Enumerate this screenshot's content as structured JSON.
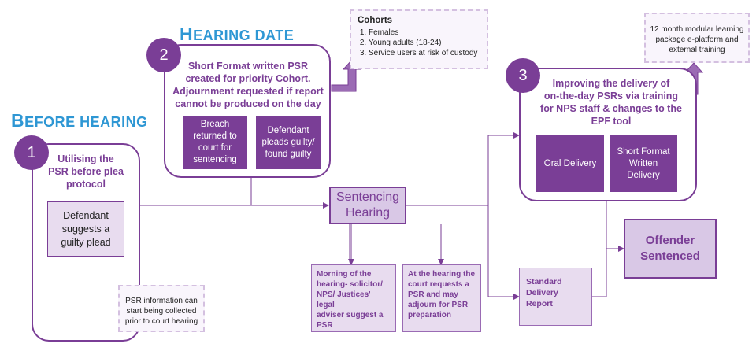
{
  "phases": {
    "before_hearing": {
      "first": "B",
      "rest": "EFORE HEARING"
    },
    "hearing_date": {
      "first": "H",
      "rest": "EARING DATE"
    }
  },
  "steps": {
    "step1": {
      "number": "1",
      "title": "Utilising the\nPSR before plea\nprotocol",
      "action": "Defendant\nsuggests a\nguilty plead"
    },
    "step2": {
      "number": "2",
      "title": "Short Format written PSR\ncreated for priority Cohort.\nAdjournment requested if report\ncannot be produced on the day",
      "option_a": "Breach\nreturned to\ncourt for\nsentencing",
      "option_b": "Defendant\npleads guilty/\nfound guilty"
    },
    "step3": {
      "number": "3",
      "title": "Improving the delivery of\non-the-day PSRs via training\nfor NPS staff & changes to the\nEPF tool",
      "option_a": "Oral Delivery",
      "option_b": "Short Format\nWritten\nDelivery"
    }
  },
  "notes": {
    "cohorts": {
      "title": "Cohorts",
      "items": [
        "Females",
        "Young adults (18-24)",
        "Service users at risk of custody"
      ]
    },
    "learning": "12 month modular learning\npackage e-platform and\nexternal training",
    "psr_info": "PSR information can\nstart being collected\nprior to court hearing"
  },
  "sentencing_hearing": "Sentencing\nHearing",
  "offender_sentenced": "Offender\nSentenced",
  "morning_note": "Morning of the\nhearing- solicitor/\nNPS/ Justices' legal\nadviser suggest a\nPSR",
  "court_note": "At the hearing the\ncourt requests a\nPSR and may\nadjourn for PSR\npreparation",
  "standard_delivery": "Standard\nDelivery\nReport",
  "colors": {
    "purple": "#7a3e96",
    "lavender": "#e8dcef",
    "blue": "#2e97d4"
  }
}
